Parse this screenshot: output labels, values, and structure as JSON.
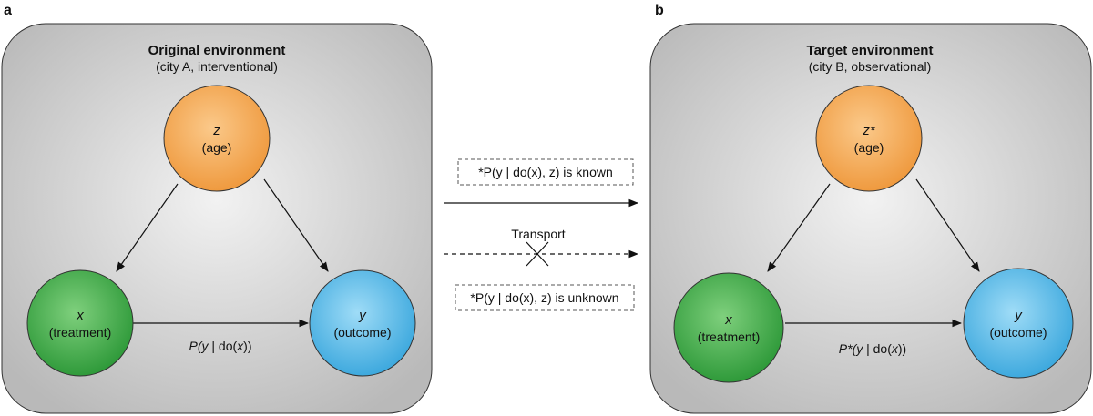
{
  "panels": [
    {
      "letter": "a",
      "title": "Original environment",
      "subtitle": "(city A, interventional)",
      "nodes": {
        "z": {
          "var": "z",
          "label": "(age)",
          "color": "#f4a24f"
        },
        "x": {
          "var": "x",
          "label": "(treatment)",
          "color": "#3fae45"
        },
        "y": {
          "var": "y",
          "label": "(outcome)",
          "color": "#4fb6e6"
        }
      },
      "edge_label": {
        "prefix": "P(",
        "var": "y",
        "mid": " | do(",
        "var2": "x",
        "suffix": "))"
      }
    },
    {
      "letter": "b",
      "title": "Target environment",
      "subtitle": "(city B, observational)",
      "nodes": {
        "z": {
          "var": "z*",
          "label": "(age)",
          "color": "#f4a24f"
        },
        "x": {
          "var": "x",
          "label": "(treatment)",
          "color": "#3fae45"
        },
        "y": {
          "var": "y",
          "label": "(outcome)",
          "color": "#4fb6e6"
        }
      },
      "edge_label": {
        "prefix": "P*(",
        "var": "y",
        "mid": " | do(",
        "var2": "x",
        "suffix": "))"
      }
    }
  ],
  "middle": {
    "known_box": "*P(y | do(x), z)  is known",
    "transport_label": "Transport",
    "unknown_box": "*P(y | do(x), z) is unknown"
  }
}
